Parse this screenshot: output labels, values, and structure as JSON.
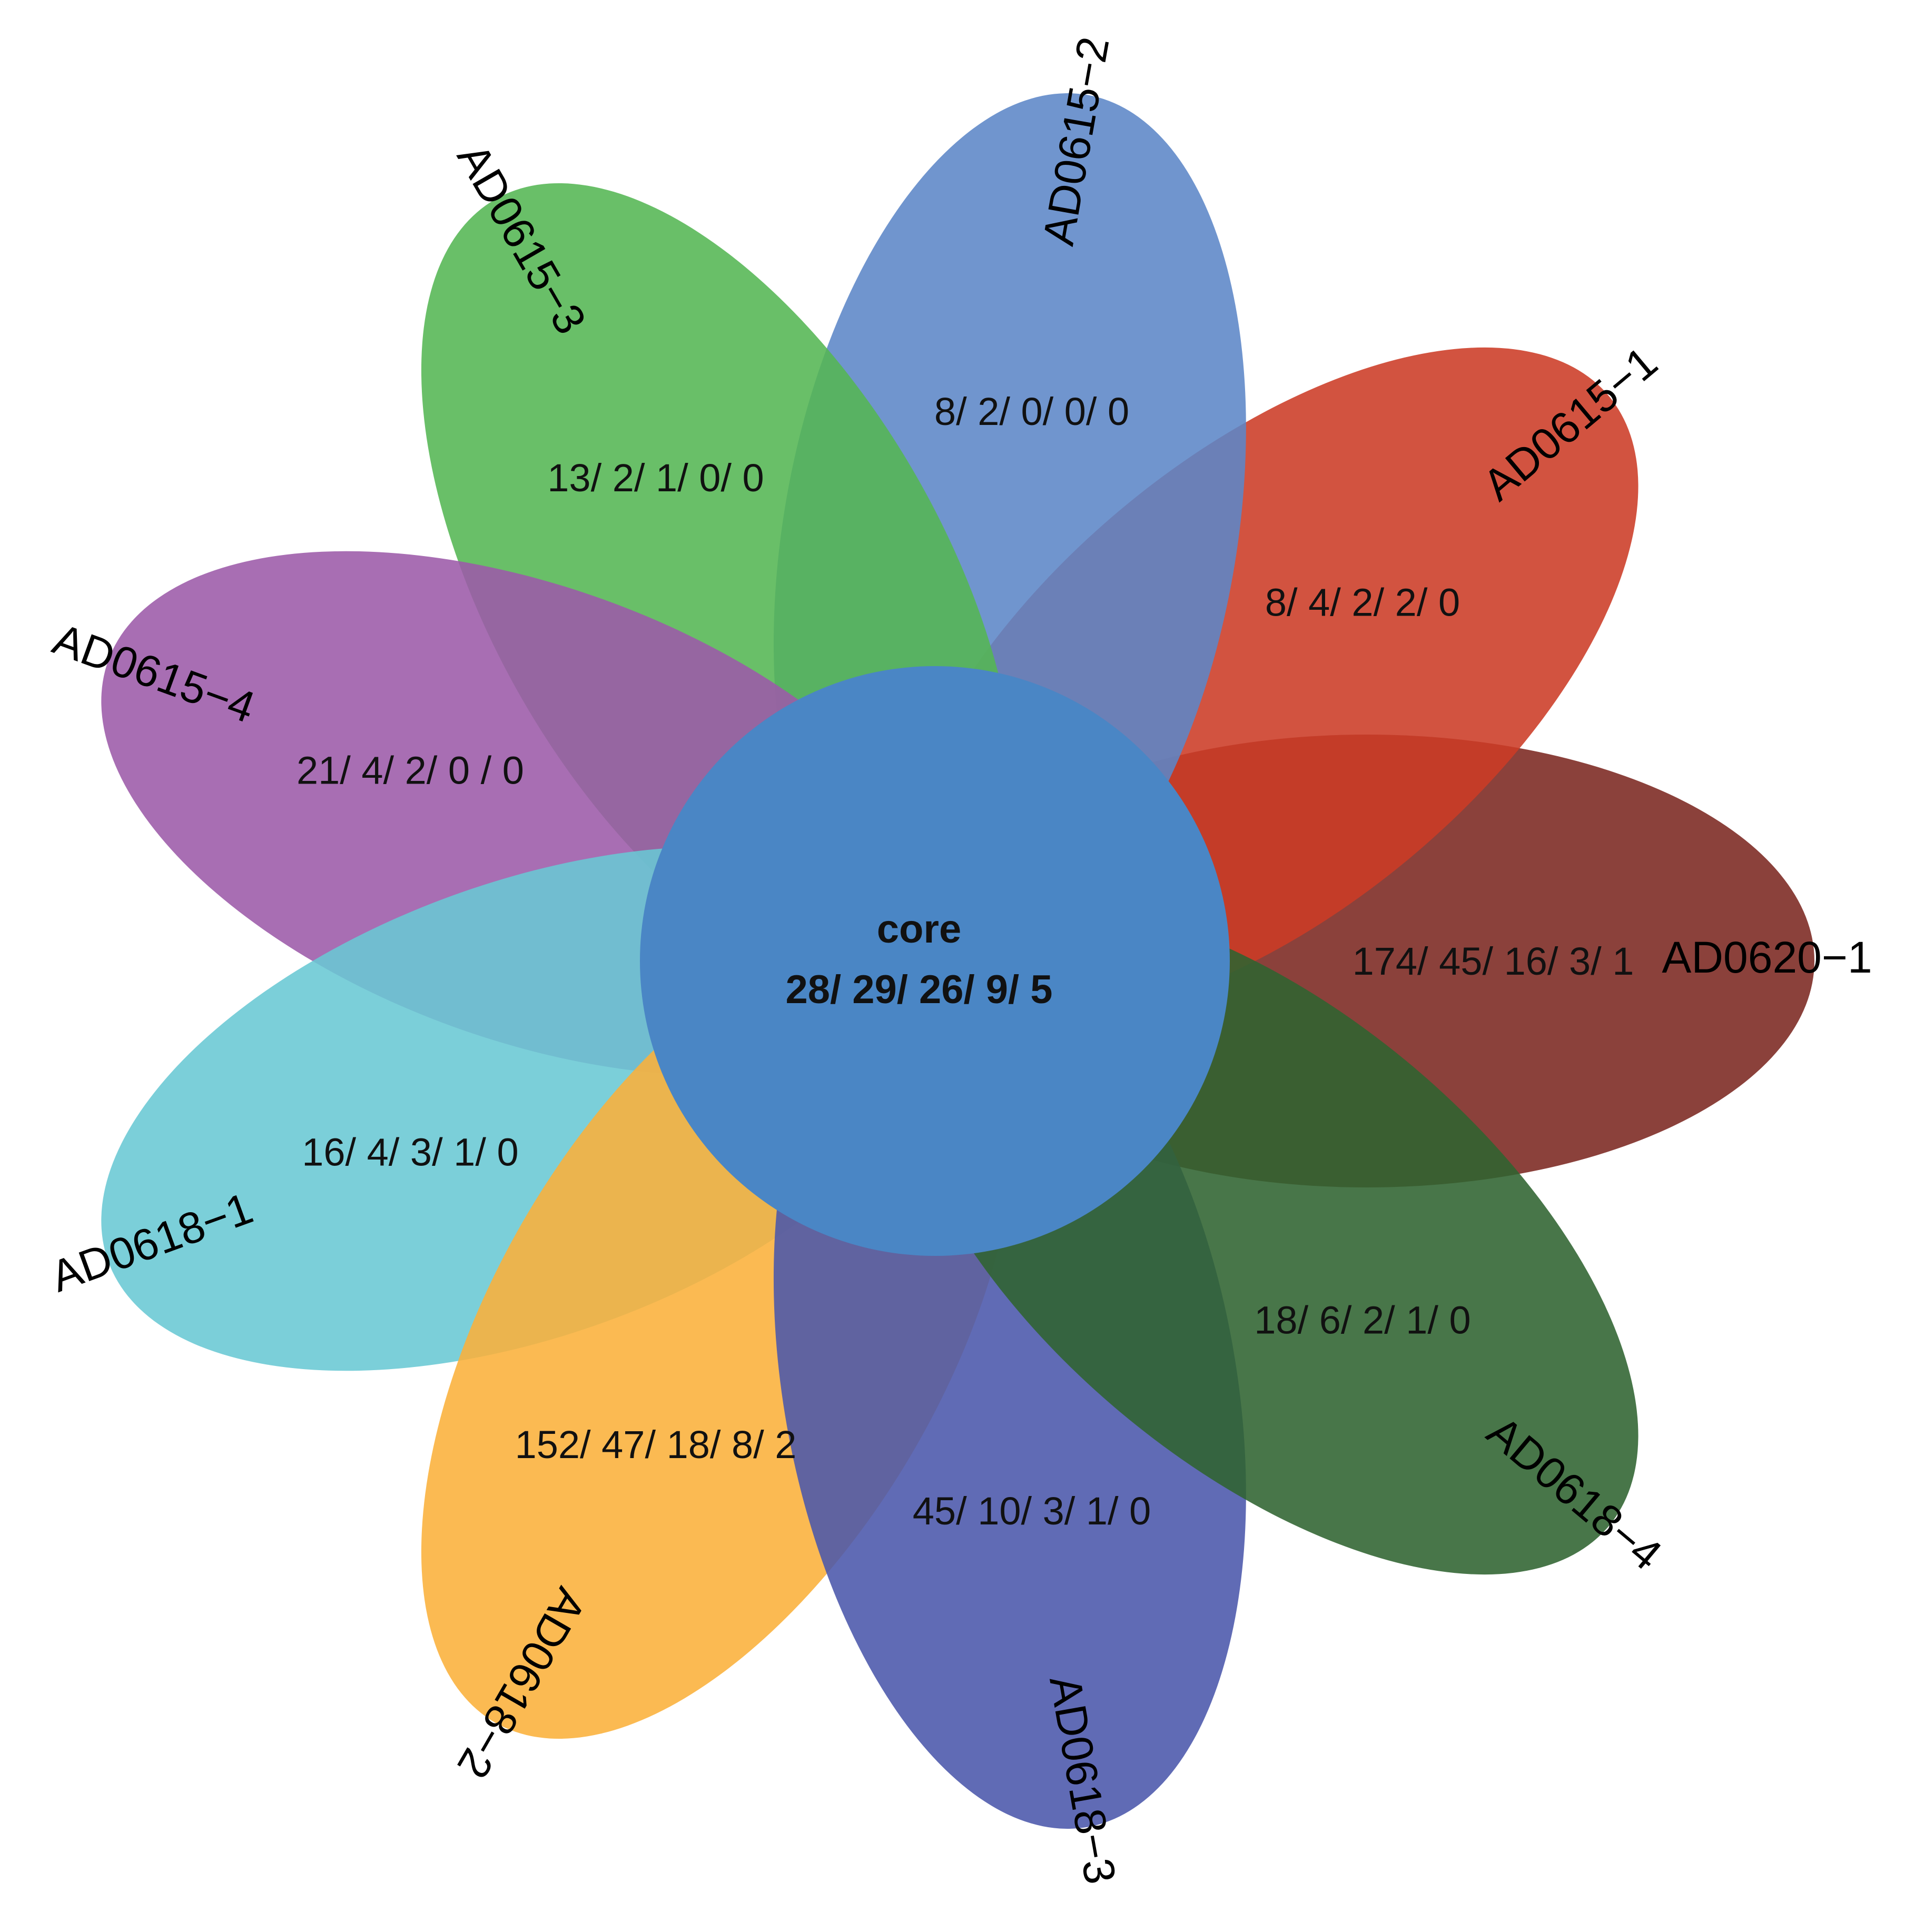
{
  "core": {
    "title": "core",
    "counts": "28/ 29/ 26/ 9/ 5",
    "color": "#4a86c5"
  },
  "petals": [
    {
      "label": "AD0620−1",
      "counts": "174/ 45/ 16/ 3/ 1",
      "color": "#7b2720"
    },
    {
      "label": "AD0615−1",
      "counts": "8/ 4/ 2/ 2/ 0",
      "color": "#cc3b26"
    },
    {
      "label": "AD0615−2",
      "counts": "8/ 2/ 0/ 0/ 0",
      "color": "#5c86c7"
    },
    {
      "label": "AD0615−3",
      "counts": "13/ 2/ 1/ 0/ 0",
      "color": "#54b653"
    },
    {
      "label": "AD0615−4",
      "counts": "21/ 4/ 2/ 0 / 0",
      "color": "#9c5aa8"
    },
    {
      "label": "AD0618−1",
      "counts": "16/ 4/ 3/ 1/ 0",
      "color": "#69c8d4"
    },
    {
      "label": "AD0618−2",
      "counts": "152/ 47/ 18/ 8/ 2",
      "color": "#fbb13a"
    },
    {
      "label": "AD0618−3",
      "counts": "45/ 10/ 3/ 1/ 0",
      "color": "#4a56ab"
    },
    {
      "label": "AD0618−4",
      "counts": "18/ 6/ 2/ 1/ 0",
      "color": "#2f6330"
    }
  ]
}
